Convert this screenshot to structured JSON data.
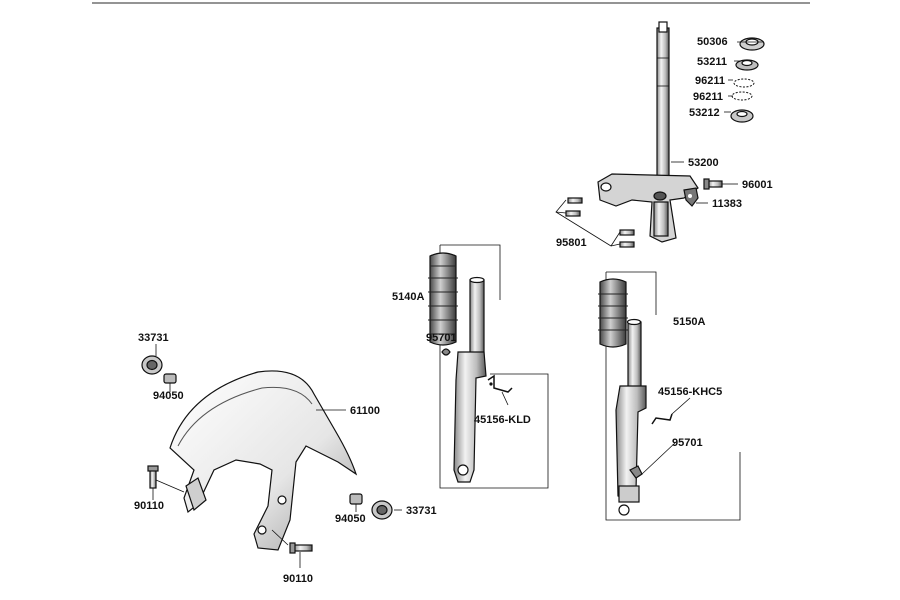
{
  "parts": {
    "p50306": "50306",
    "p53211": "53211",
    "p96211_a": "96211",
    "p96211_b": "96211",
    "p53212": "53212",
    "p53200": "53200",
    "p96001": "96001",
    "p11383": "11383",
    "p95801": "95801",
    "p5140A": "5140A",
    "p95701_left": "95701",
    "p45156_KLD": "45156-KLD",
    "p5150A": "5150A",
    "p45156_KHC5": "45156-KHC5",
    "p95701_right": "95701",
    "p33731_top": "33731",
    "p94050_top": "94050",
    "p61100": "61100",
    "p90110_left": "90110",
    "p94050_bottom": "94050",
    "p33731_bottom": "33731",
    "p90110_bottom": "90110"
  },
  "colors": {
    "line": "#111111",
    "part_fill": "#ffffff",
    "shade_light": "#d9d9d9",
    "shade_dark": "#555555"
  }
}
